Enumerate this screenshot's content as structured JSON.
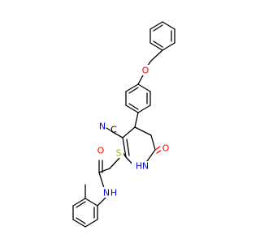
{
  "molecule": {
    "atoms": {
      "o_ether": "O",
      "c_nitrile_c": "C",
      "n_nitrile": "N",
      "s_thioether": "S",
      "nh_ring": "H",
      "n_ring": "N",
      "o_ketone": "O",
      "o_amide": "O",
      "n_amide": "N",
      "h_amide": "H"
    }
  },
  "colors": {
    "carbon_bond": "#000000",
    "nitrogen": "#0000ff",
    "oxygen": "#ff0000",
    "sulfur": "#b2b200"
  }
}
